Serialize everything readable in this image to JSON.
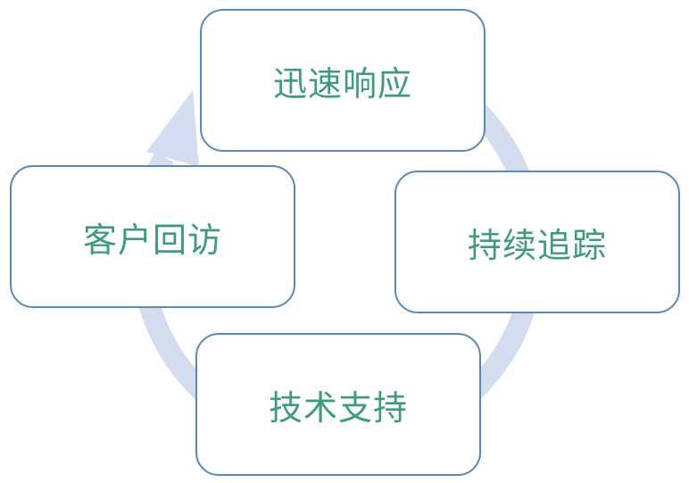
{
  "colors": {
    "box_border": "#5a89b8",
    "box_text": "#3f9a7e",
    "cycle_arrow": "#d3ddef",
    "background": "#ffffff"
  },
  "cycle": {
    "direction": "clockwise",
    "steps": [
      {
        "label": "迅速响应"
      },
      {
        "label": "持续追踪"
      },
      {
        "label": "技术支持"
      },
      {
        "label": "客户回访"
      }
    ]
  }
}
